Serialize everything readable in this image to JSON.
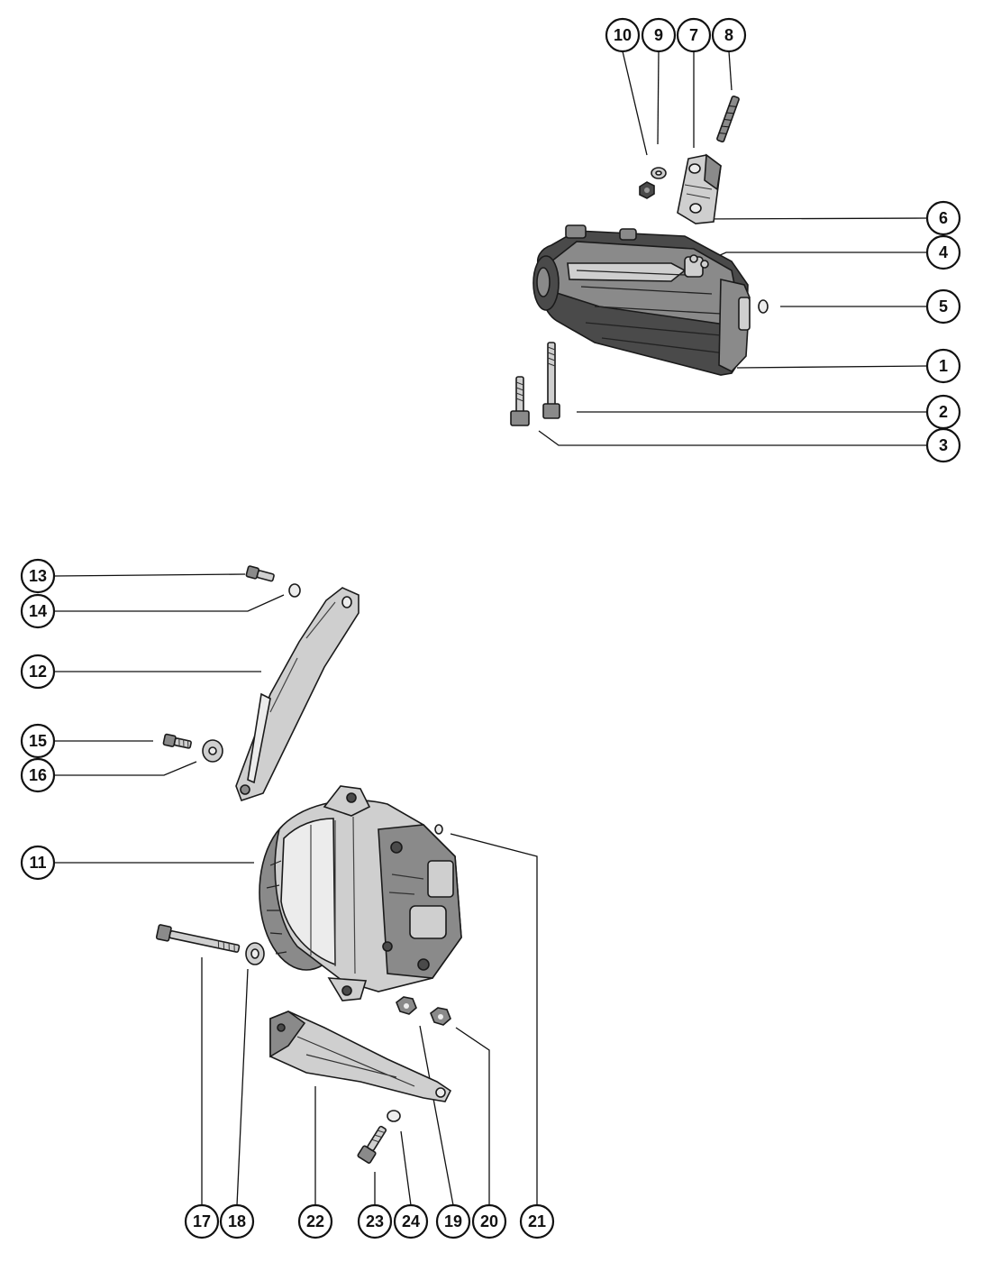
{
  "diagram": {
    "callouts": [
      {
        "key": "c1",
        "label": "1",
        "part": "starter-motor"
      },
      {
        "key": "c2",
        "label": "2",
        "part": "long-bolt"
      },
      {
        "key": "c3",
        "label": "3",
        "part": "short-bolt"
      },
      {
        "key": "c4",
        "label": "4",
        "part": "terminal"
      },
      {
        "key": "c5",
        "label": "5",
        "part": "o-ring"
      },
      {
        "key": "c6",
        "label": "6",
        "part": "terminal"
      },
      {
        "key": "c7",
        "label": "7",
        "part": "bracket"
      },
      {
        "key": "c8",
        "label": "8",
        "part": "stud"
      },
      {
        "key": "c9",
        "label": "9",
        "part": "washer"
      },
      {
        "key": "c10",
        "label": "10",
        "part": "nut"
      },
      {
        "key": "c11",
        "label": "11",
        "part": "alternator"
      },
      {
        "key": "c12",
        "label": "12",
        "part": "adjusting-brace"
      },
      {
        "key": "c13",
        "label": "13",
        "part": "bolt"
      },
      {
        "key": "c14",
        "label": "14",
        "part": "lockwasher"
      },
      {
        "key": "c15",
        "label": "15",
        "part": "bolt"
      },
      {
        "key": "c16",
        "label": "16",
        "part": "washer"
      },
      {
        "key": "c17",
        "label": "17",
        "part": "long-bolt"
      },
      {
        "key": "c18",
        "label": "18",
        "part": "washer"
      },
      {
        "key": "c19",
        "label": "19",
        "part": "nut"
      },
      {
        "key": "c20",
        "label": "20",
        "part": "nut"
      },
      {
        "key": "c21",
        "label": "21",
        "part": "washer"
      },
      {
        "key": "c22",
        "label": "22",
        "part": "mounting-bracket"
      },
      {
        "key": "c23",
        "label": "23",
        "part": "bolt"
      },
      {
        "key": "c24",
        "label": "24",
        "part": "washer"
      }
    ]
  },
  "colors": {
    "ink": "#111111",
    "shade_dark": "#4a4a4a",
    "shade_mid": "#8a8a8a",
    "shade_light": "#cfcfcf",
    "background": "#ffffff"
  }
}
